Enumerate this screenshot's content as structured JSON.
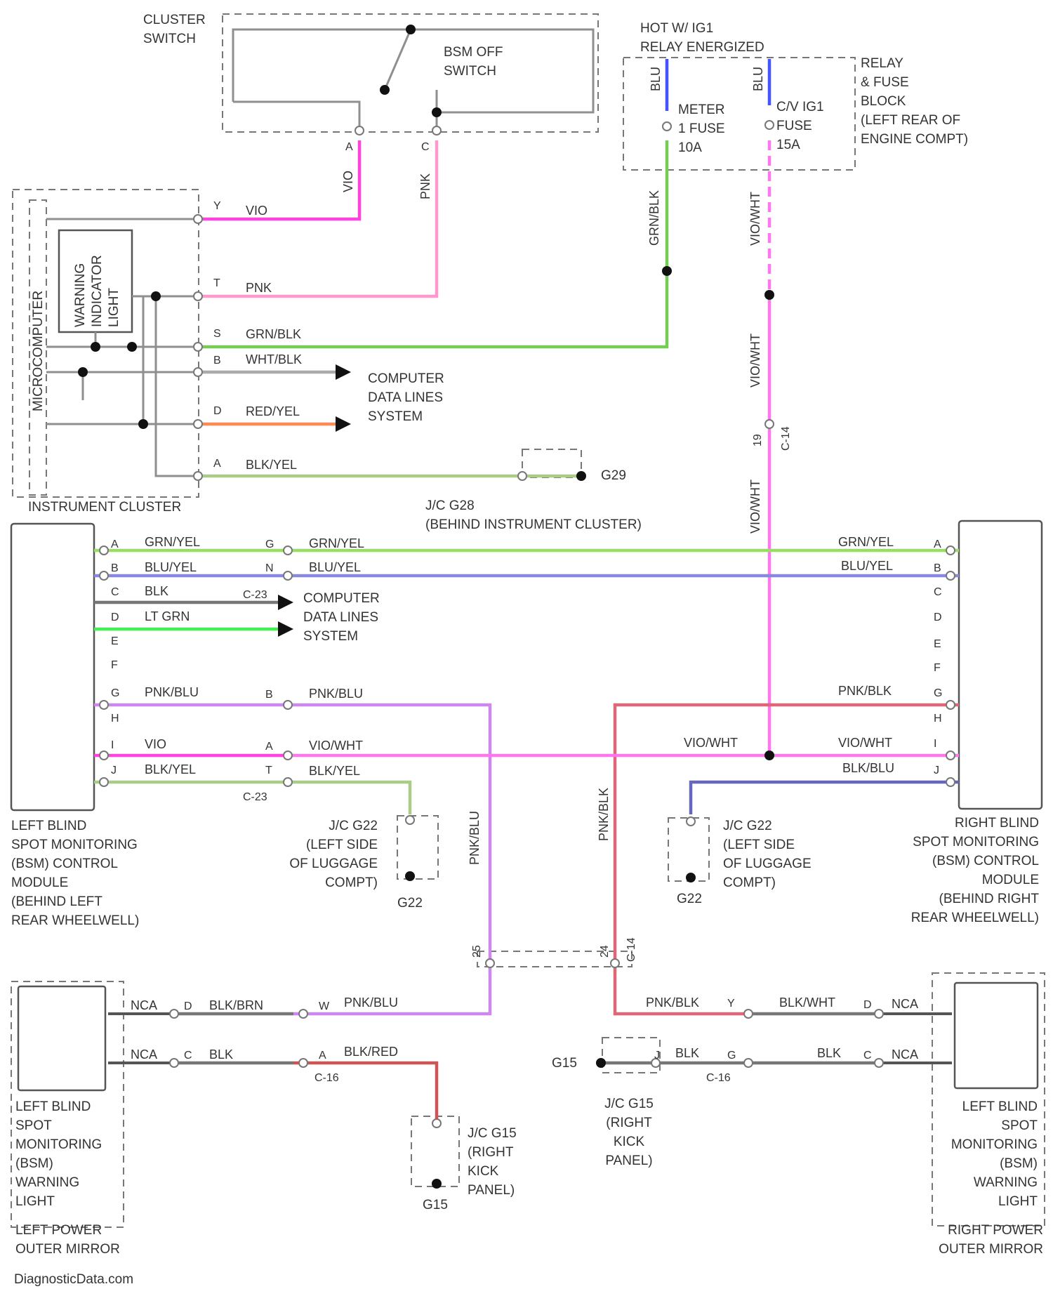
{
  "colors": {
    "vio": "#ff44dd",
    "pnk": "#ff99cc",
    "grn_blk": "#77cc55",
    "wht_blk": "#aaaaaa",
    "red_yel": "#ff8855",
    "blk_yel": "#aacc88",
    "grn_yel": "#99dd66",
    "blu_yel": "#8888dd",
    "blk": "#777777",
    "lt_grn": "#44ee55",
    "pnk_blu": "#cc88ee",
    "vio_wht": "#ff77ee",
    "blk_blu": "#6666bb",
    "pnk_blk": "#dd6677",
    "blk_red": "#cc5555",
    "blu": "#4455ff"
  },
  "components": {
    "cluster_switch": "CLUSTER\nSWITCH",
    "bsm_off_switch": "BSM OFF\nSWITCH",
    "hot_ig1": "HOT W/ IG1\nRELAY ENERGIZED",
    "relay_fuse_block": "RELAY\n& FUSE\nBLOCK\n(LEFT REAR OF\nENGINE COMPT)",
    "meter_fuse": "METER\n1 FUSE\n10A",
    "cv_ig1_fuse": "C/V IG1\nFUSE\n15A",
    "microcomputer": "MICROCOMPUTER",
    "warning_indicator": "WARNING\nINDICATOR\nLIGHT",
    "instrument_cluster": "INSTRUMENT CLUSTER",
    "computer_data_lines_1": "COMPUTER\nDATA LINES\nSYSTEM",
    "computer_data_lines_2": "COMPUTER\nDATA LINES\nSYSTEM",
    "jc_g28": "J/C G28\n(BEHIND INSTRUMENT CLUSTER)",
    "g29": "G29",
    "left_bsm": "LEFT BLIND\nSPOT MONITORING\n(BSM) CONTROL\nMODULE\n(BEHIND LEFT\nREAR WHEELWELL)",
    "right_bsm": "RIGHT BLIND\nSPOT MONITORING\n(BSM) CONTROL\nMODULE\n(BEHIND RIGHT\nREAR WHEELWELL)",
    "jc_g22_left": "J/C G22\n(LEFT SIDE\nOF LUGGAGE\nCOMPT)",
    "jc_g22_right": "J/C G22\n(LEFT SIDE\nOF LUGGAGE\nCOMPT)",
    "g22_left": "G22",
    "g22_right": "G22",
    "left_warn_light": "LEFT BLIND\nSPOT\nMONITORING\n(BSM)\nWARNING\nLIGHT",
    "right_warn_light": "LEFT BLIND\nSPOT\nMONITORING\n(BSM)\nWARNING\nLIGHT",
    "left_mirror": "LEFT POWER\nOUTER MIRROR",
    "right_mirror": "RIGHT POWER\nOUTER MIRROR",
    "jc_g15_left": "J/C G15\n(RIGHT\nKICK\nPANEL)",
    "jc_g15_right": "J/C G15\n(RIGHT\nKICK\nPANEL)",
    "g15_left": "G15",
    "g15_right": "G15",
    "watermark": "DiagnosticData.com"
  },
  "wires": {
    "vio": "VIO",
    "pnk": "PNK",
    "grn_blk": "GRN/BLK",
    "wht_blk": "WHT/BLK",
    "red_yel": "RED/YEL",
    "blk_yel": "BLK/YEL",
    "blu": "BLU",
    "vio_wht": "VIO/WHT",
    "grn_yel": "GRN/YEL",
    "blu_yel": "BLU/YEL",
    "blk": "BLK",
    "lt_grn": "LT GRN",
    "pnk_blu": "PNK/BLU",
    "pnk_blk": "PNK/BLK",
    "blk_blu": "BLK/BLU",
    "blk_brn": "BLK/BRN",
    "blk_red": "BLK/RED",
    "blk_wht": "BLK/WHT",
    "nca": "NCA"
  },
  "pins": {
    "ic_y": "Y",
    "ic_t": "T",
    "ic_s": "S",
    "ic_b": "B",
    "ic_d": "D",
    "ic_a": "A",
    "sw_a": "A",
    "sw_c": "C",
    "c14": "C-14",
    "c14b": "C-14",
    "c14c": "C-14",
    "c23a": "C-23",
    "c23b": "C-23",
    "c16a": "C-16",
    "c16b": "C-16",
    "c23_g": "G",
    "c23_n": "N",
    "c23_b": "B",
    "c23_a": "A",
    "c23_t": "T",
    "lm_a": "A",
    "lm_b": "B",
    "lm_c": "C",
    "lm_d": "D",
    "lm_e": "E",
    "lm_f": "F",
    "lm_g": "G",
    "lm_h": "H",
    "lm_i": "I",
    "lm_j": "J",
    "rm_a": "A",
    "rm_b": "B",
    "rm_c": "C",
    "rm_d": "D",
    "rm_e": "E",
    "rm_f": "F",
    "rm_g": "G",
    "rm_h": "H",
    "rm_i": "I",
    "rm_j": "J",
    "c14_19": "19",
    "c14_25": "25",
    "c14_24": "24",
    "ll_d": "D",
    "ll_c": "C",
    "c16_w": "W",
    "c16_a": "A",
    "c16_y": "Y",
    "c16_g": "G",
    "rl_d": "D",
    "rl_c": "C",
    "g15_j": "J"
  }
}
